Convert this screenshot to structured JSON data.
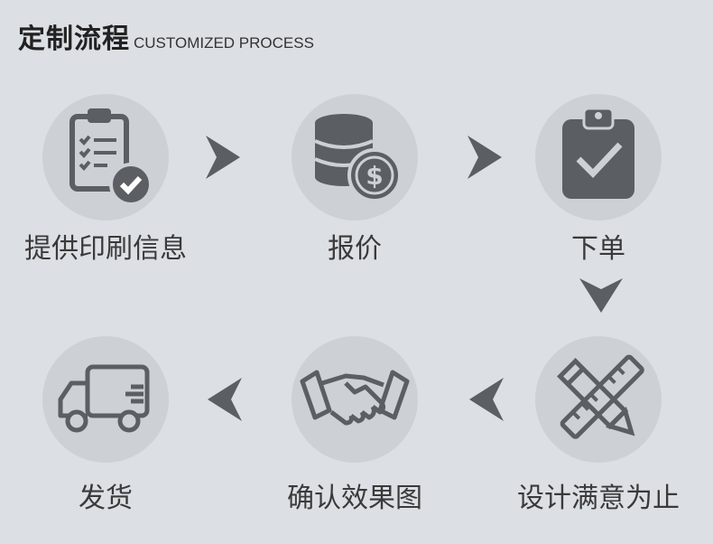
{
  "header": {
    "title_cn": "定制流程",
    "title_en": "CUSTOMIZED PROCESS"
  },
  "steps": [
    {
      "label": "提供印刷信息",
      "icon": "clipboard-checklist-icon"
    },
    {
      "label": "报价",
      "icon": "coins-dollar-icon"
    },
    {
      "label": "下单",
      "icon": "clipboard-check-icon"
    },
    {
      "label": "设计满意为止",
      "icon": "pencil-ruler-icon"
    },
    {
      "label": "确认效果图",
      "icon": "handshake-icon"
    },
    {
      "label": "发货",
      "icon": "delivery-truck-icon"
    }
  ],
  "colors": {
    "background": "#dcdfe4",
    "circle": "#cdd0d5",
    "icon": "#5b5e63",
    "text": "#3a3a3a"
  }
}
